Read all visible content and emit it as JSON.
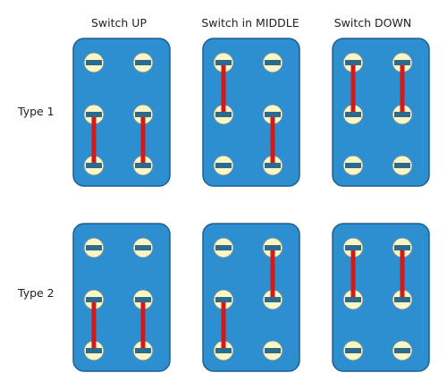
{
  "column_labels": [
    "Switch UP",
    "Switch in MIDDLE",
    "Switch DOWN"
  ],
  "row_labels": [
    "Type 1",
    "Type 2"
  ],
  "colors": {
    "panel": "#2e8fd0",
    "panel_border": "#1f5f8e",
    "terminal": "#fbf7c4",
    "terminal_border": "#6f8ea2",
    "slot": "#2c6b8e",
    "jumper": "#d41919"
  },
  "diagram": {
    "grid": "3 rows x 2 columns of terminals per switch",
    "switches": [
      {
        "type": "Type 1",
        "position": "Switch UP",
        "connections": [
          [
            "r2c1",
            "r3c1"
          ],
          [
            "r2c2",
            "r3c2"
          ]
        ]
      },
      {
        "type": "Type 1",
        "position": "Switch in MIDDLE",
        "connections": [
          [
            "r1c1",
            "r2c1"
          ],
          [
            "r2c2",
            "r3c2"
          ]
        ]
      },
      {
        "type": "Type 1",
        "position": "Switch DOWN",
        "connections": [
          [
            "r1c1",
            "r2c1"
          ],
          [
            "r1c2",
            "r2c2"
          ]
        ]
      },
      {
        "type": "Type 2",
        "position": "Switch UP",
        "connections": [
          [
            "r2c1",
            "r3c1"
          ],
          [
            "r2c2",
            "r3c2"
          ]
        ]
      },
      {
        "type": "Type 2",
        "position": "Switch in MIDDLE",
        "connections": [
          [
            "r2c1",
            "r3c1"
          ],
          [
            "r1c2",
            "r2c2"
          ]
        ]
      },
      {
        "type": "Type 2",
        "position": "Switch DOWN",
        "connections": [
          [
            "r1c1",
            "r2c1"
          ],
          [
            "r1c2",
            "r2c2"
          ]
        ]
      }
    ]
  }
}
